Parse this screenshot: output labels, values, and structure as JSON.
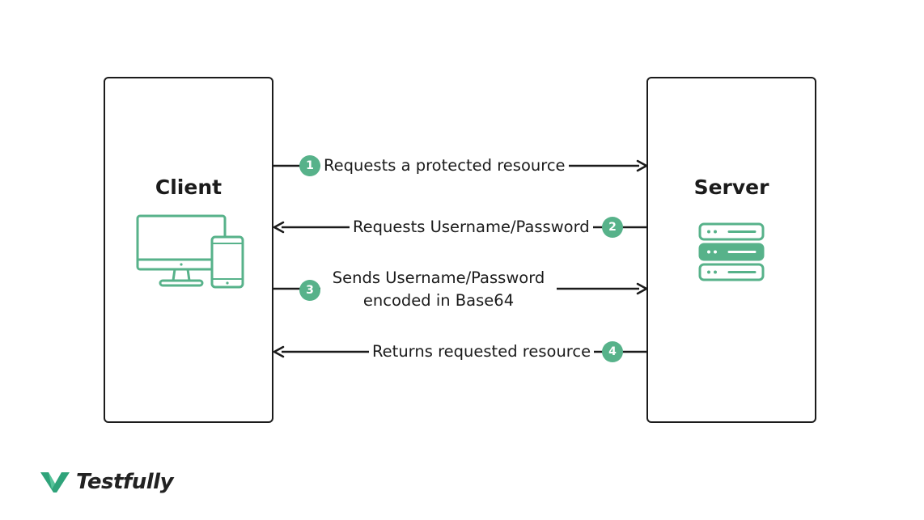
{
  "client": {
    "title": "Client",
    "icon": "desktop-and-phone-icon"
  },
  "server": {
    "title": "Server",
    "icon": "server-rack-icon"
  },
  "steps": [
    {
      "number": "1",
      "text": "Requests a protected resource",
      "direction": "client-to-server"
    },
    {
      "number": "2",
      "text": "Requests Username/Password",
      "direction": "server-to-client"
    },
    {
      "number": "3",
      "line1": "Sends Username/Password",
      "line2": "encoded in Base64",
      "direction": "client-to-server"
    },
    {
      "number": "4",
      "text": "Returns requested resource",
      "direction": "server-to-client"
    }
  ],
  "brand": {
    "name": "Testfully",
    "icon": "testfully-logo-icon"
  },
  "colors": {
    "accent": "#57b28a",
    "stroke": "#1b1b1b"
  }
}
